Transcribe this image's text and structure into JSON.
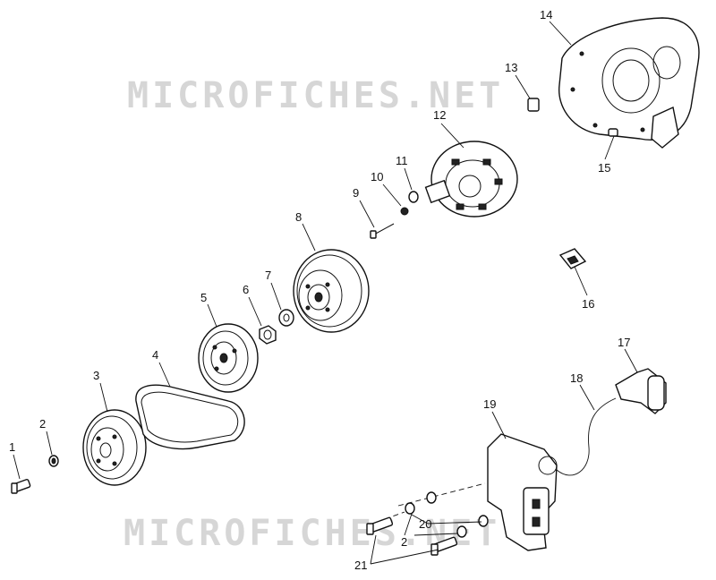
{
  "watermark": {
    "text_top": "MICROFICHES.NET",
    "text_bottom": "MICROFICHES.NET"
  },
  "callouts": {
    "c1": "1",
    "c2": "2",
    "c3": "3",
    "c4": "4",
    "c5": "5",
    "c6": "6",
    "c7": "7",
    "c8": "8",
    "c9": "9",
    "c10": "10",
    "c11": "11",
    "c12": "12",
    "c13": "13",
    "c14": "14",
    "c15": "15",
    "c16": "16",
    "c17": "17",
    "c18": "18",
    "c19": "19",
    "c20": "20",
    "c2b": "2",
    "c21": "21"
  }
}
